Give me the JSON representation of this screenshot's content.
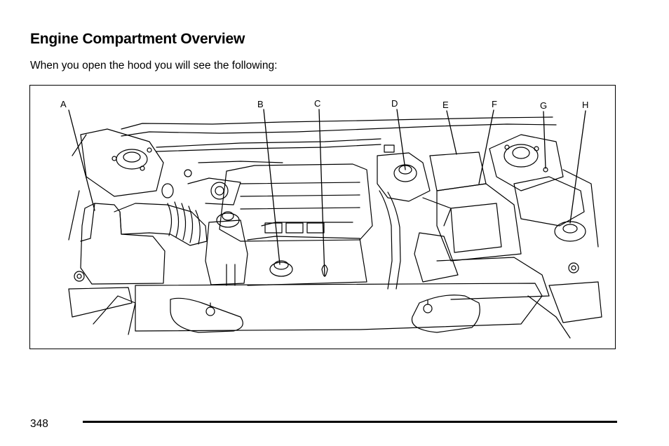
{
  "page": {
    "title": "Engine Compartment Overview",
    "intro": "When you open the hood you will see the following:",
    "page_number": "348"
  },
  "figure": {
    "callouts": [
      "A",
      "B",
      "C",
      "D",
      "E",
      "F",
      "G",
      "H"
    ]
  }
}
